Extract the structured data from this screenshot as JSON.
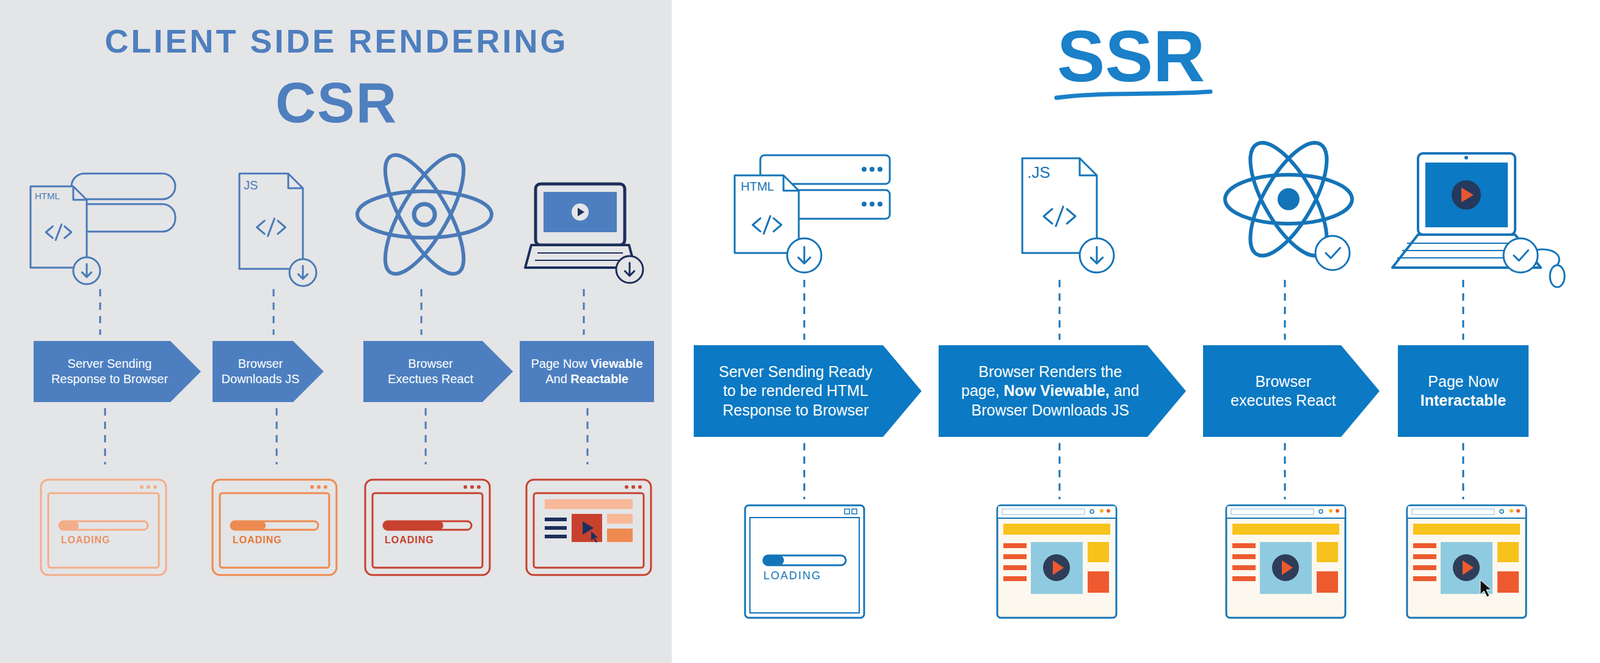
{
  "diagram": {
    "nodes": [
      {
        "text": [
          "Server Sending Response to Browser"
        ]
      },
      {
        "text": [
          "Browser Downloads JS"
        ]
      },
      {
        "text": [
          "Browser Exectues React"
        ]
      },
      {
        "text": [
          "Page Now Viewable And Reactable"
        ]
      },
      {
        "text": [
          "Server Sending Ready to be rendered HTML Response to Browser"
        ]
      },
      {
        "text": [
          "Browser Renders the page, Now Viewable, and Browser Downloads JS"
        ]
      },
      {
        "text": [
          "Browser executes React"
        ]
      },
      {
        "text": [
          "Page Now Interactable"
        ]
      }
    ],
    "labels": [
      "CLIENT SIDE RENDERING",
      "CSR",
      "SSR",
      "HTML",
      "JS",
      "LOADING",
      "LOADING",
      "LOADING",
      "HTML",
      ".JS",
      "LOADING"
    ]
  }
}
